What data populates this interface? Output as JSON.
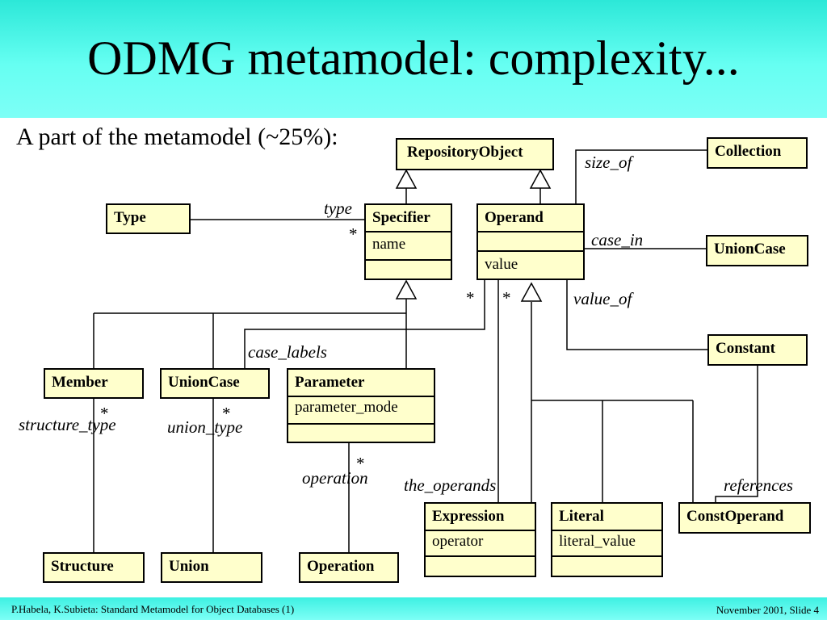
{
  "title": "ODMG metamodel: complexity...",
  "subtitle": "A part of the metamodel (~25%):",
  "classes": {
    "repository_object": {
      "name": "RepositoryObject"
    },
    "collection": {
      "name": "Collection"
    },
    "type": {
      "name": "Type"
    },
    "specifier": {
      "name": "Specifier",
      "attr": "name"
    },
    "operand": {
      "name": "Operand",
      "attr": "value"
    },
    "union_case_right": {
      "name": "UnionCase"
    },
    "constant": {
      "name": "Constant"
    },
    "member": {
      "name": "Member"
    },
    "union_case_left": {
      "name": "UnionCase"
    },
    "parameter": {
      "name": "Parameter",
      "attr": "parameter_mode"
    },
    "expression": {
      "name": "Expression",
      "attr": "operator"
    },
    "literal": {
      "name": "Literal",
      "attr": "literal_value"
    },
    "const_operand": {
      "name": "ConstOperand"
    },
    "structure": {
      "name": "Structure"
    },
    "union": {
      "name": "Union"
    },
    "operation": {
      "name": "Operation"
    }
  },
  "roles": {
    "size_of": "size_of",
    "type": "type",
    "case_in": "case_in",
    "value_of": "value_of",
    "case_labels": "case_labels",
    "structure_type": "structure_type",
    "union_type": "union_type",
    "operation": "operation",
    "the_operands": "the_operands",
    "references": "references"
  },
  "multiplicity": "*",
  "footer": {
    "left": "P.Habela, K.Subieta: Standard Metamodel for Object Databases (1)",
    "right": "November 2001, Slide 4"
  }
}
